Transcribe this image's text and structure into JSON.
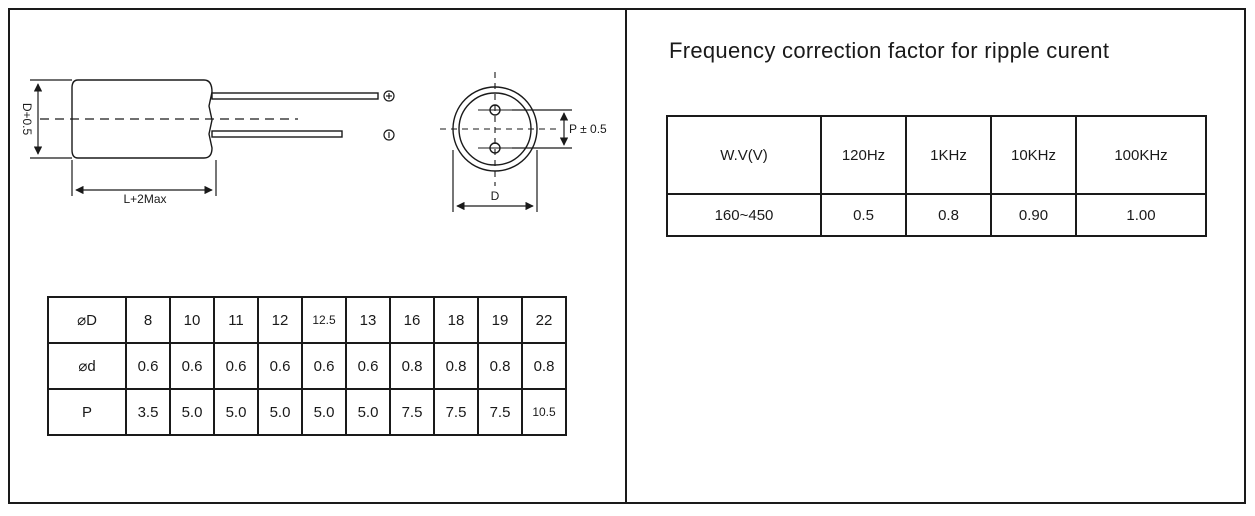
{
  "diagram": {
    "label_diameter": "D+0.5",
    "label_length": "L+2Max",
    "label_pitch": "P ± 0.5",
    "label_d": "D"
  },
  "dimension_table": {
    "rows": [
      {
        "header": "⌀D",
        "cells": [
          "8",
          "10",
          "11",
          "12",
          "12.5",
          "13",
          "16",
          "18",
          "19",
          "22"
        ]
      },
      {
        "header": "⌀d",
        "cells": [
          "0.6",
          "0.6",
          "0.6",
          "0.6",
          "0.6",
          "0.6",
          "0.8",
          "0.8",
          "0.8",
          "0.8"
        ]
      },
      {
        "header": "P",
        "cells": [
          "3.5",
          "5.0",
          "5.0",
          "5.0",
          "5.0",
          "5.0",
          "7.5",
          "7.5",
          "7.5",
          "10.5"
        ]
      }
    ]
  },
  "frequency": {
    "title": "Frequency correction factor for ripple curent",
    "headers": [
      "W.V(V)",
      "120Hz",
      "1KHz",
      "10KHz",
      "100KHz"
    ],
    "values": [
      "160~450",
      "0.5",
      "0.8",
      "0.90",
      "1.00"
    ]
  }
}
